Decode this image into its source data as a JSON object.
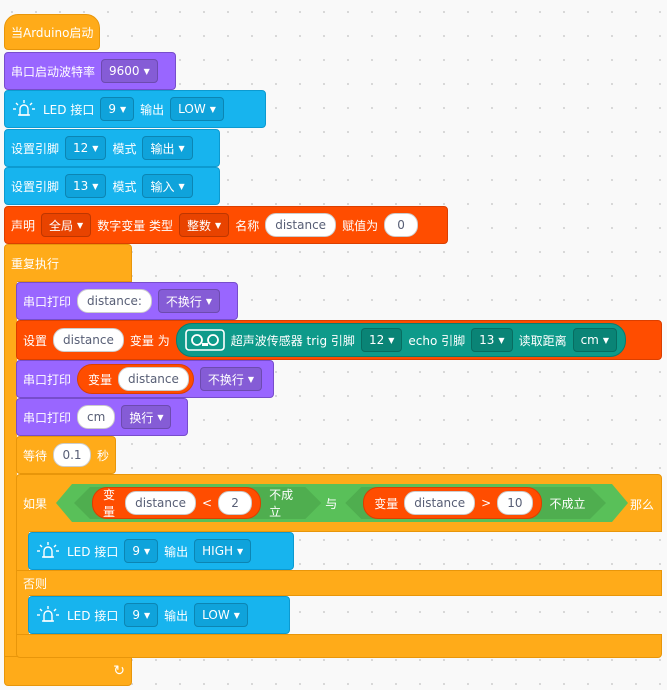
{
  "blocks": {
    "setup_hat": "当Arduino启动",
    "serial_begin": {
      "label": "串口启动波特率",
      "baud": "9600"
    },
    "led_top": {
      "label": "LED 接口",
      "pin": "9",
      "out_label": "输出",
      "level": "LOW"
    },
    "pinmode1": {
      "label": "设置引脚",
      "pin": "12",
      "mode_label": "模式",
      "mode": "输出"
    },
    "pinmode2": {
      "label": "设置引脚",
      "pin": "13",
      "mode_label": "模式",
      "mode": "输入"
    },
    "declare": {
      "label": "声明",
      "scope": "全局",
      "type_label": "数字变量 类型",
      "type": "整数",
      "name_label": "名称",
      "name": "distance",
      "assign_label": "赋值为",
      "value": "0"
    },
    "loop": "重复执行",
    "print1": {
      "label": "串口打印",
      "text": "distance:",
      "mode": "不换行"
    },
    "setvar": {
      "label": "设置",
      "var": "distance",
      "as_label": "变量 为",
      "sensor": "超声波传感器 trig 引脚",
      "trig": "12",
      "echo_label": "echo 引脚",
      "echo": "13",
      "read_label": "读取距离",
      "unit": "cm"
    },
    "print2": {
      "label": "串口打印",
      "var_label": "变量",
      "var": "distance",
      "mode": "不换行"
    },
    "print3": {
      "label": "串口打印",
      "text": "cm",
      "mode": "换行"
    },
    "wait": {
      "label": "等待",
      "value": "0.1",
      "unit": "秒"
    },
    "if": {
      "label": "如果",
      "var_label": "变量",
      "var": "distance",
      "op1": "<",
      "v1": "2",
      "not1": "不成立",
      "and": "与",
      "op2": ">",
      "v2": "10",
      "not2": "不成立",
      "then": "那么"
    },
    "led_high": {
      "label": "LED 接口",
      "pin": "9",
      "out_label": "输出",
      "level": "HIGH"
    },
    "else": "否则",
    "led_low": {
      "label": "LED 接口",
      "pin": "9",
      "out_label": "输出",
      "level": "LOW"
    },
    "loop_arrow": "↻"
  }
}
